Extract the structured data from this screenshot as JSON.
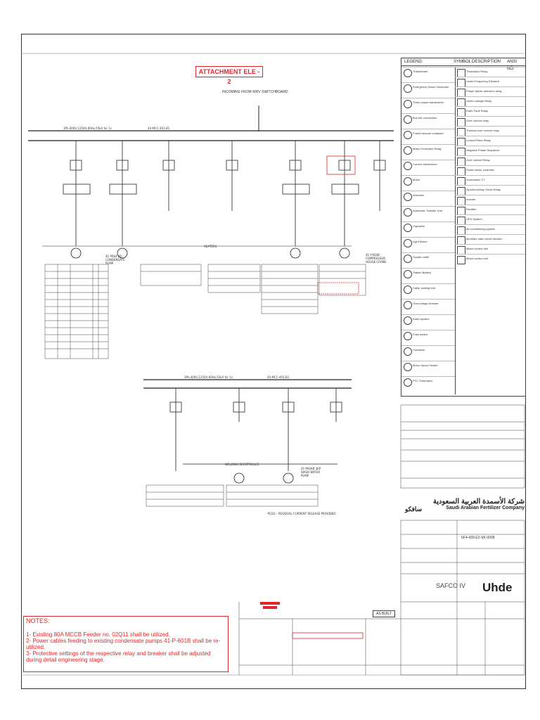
{
  "attachment_title": "ATTACHMENT ELE - 2",
  "notes": {
    "title": "NOTES:",
    "items": [
      "1- Existing 80A MCCB Feeder no. 02Q11 shall be utilized.",
      "2- Power cables feeding to existing condensate pumps 41-P-601B shall be re-utilized.",
      "3- Protective settings of the respective relay and breaker shall be adjusted during detail engineering stage."
    ]
  },
  "company": {
    "arabic_name": "شركة الأسمدة العربية السعودية",
    "logo_text": "سافكو",
    "english_name": "Saudi Arabian Fertilizer Company"
  },
  "title_block": {
    "plant": "SAFCO IV",
    "contractor": "Uhde",
    "document_no": "5F4-439-E2-SK-0008",
    "as_built": "AS BUILT"
  },
  "legend": {
    "title": "LEGEND:",
    "col_symbol": "SYMBOL",
    "col_description": "DESCRIPTION",
    "col_ansi": "ANSI NO.",
    "left_items": [
      "Transformer",
      "Emergency Diesel Generator",
      "Three phase transformer",
      "Bus bar connection",
      "Fused vacuum contactor",
      "Motor Protection Relay",
      "Current transformer",
      "Motor",
      "Ammeter",
      "Automatic Transfer Unit",
      "Capacitor",
      "Light fixture",
      "Socket outlet",
      "Station Battery",
      "Cable sealing end",
      "Overvoltage Arrester",
      "Earth symbol",
      "Fuse switch",
      "Contactor",
      "Motor Space Heater",
      "PTC Thermistor"
    ],
    "right_items": [
      "Thermistor Relay",
      "Under Frequency Element",
      "Phase failure detection relay",
      "Under voltage Relay",
      "Earth Fault Relay",
      "Over current relay",
      "Thermal over current relay",
      "Locked Rotor Relay",
      "Negative Phase Sequence",
      "Over current Relay",
      "Power factor controller",
      "Summation CT",
      "Synchronizing Check Relay",
      "Inverter",
      "Rectifier",
      "UPS System",
      "Air-conditioning system",
      "Moulded case circuit breaker",
      "Motor control unit",
      "Motor control unit"
    ]
  },
  "drawing_texts": {
    "incoming": "INCOMING FROM 400V SWITCHBOARD",
    "bus1": "3Ph,400V,1250A,60Hz,55kA for 1s",
    "bus1_tag": "44-MCC-401-B1",
    "bus2": "3Ph,400V,1250A,60Hz,55kA for 1s",
    "bus2_tag": "44-MCC-401-B1",
    "heaters": "HEATERS",
    "welding": "WELDING RECEPTACLES",
    "pump1": "41-P604 (B) CONDENSATE PUMP",
    "pump2": "41-Y-604B COMPRESSOR HOUSE CRANE",
    "pump3": "41-P604B 3KP WASH WATER PUMP",
    "release": "- RCD3 - RESIDUAL CURRENT RELEASE PROVIDED"
  }
}
